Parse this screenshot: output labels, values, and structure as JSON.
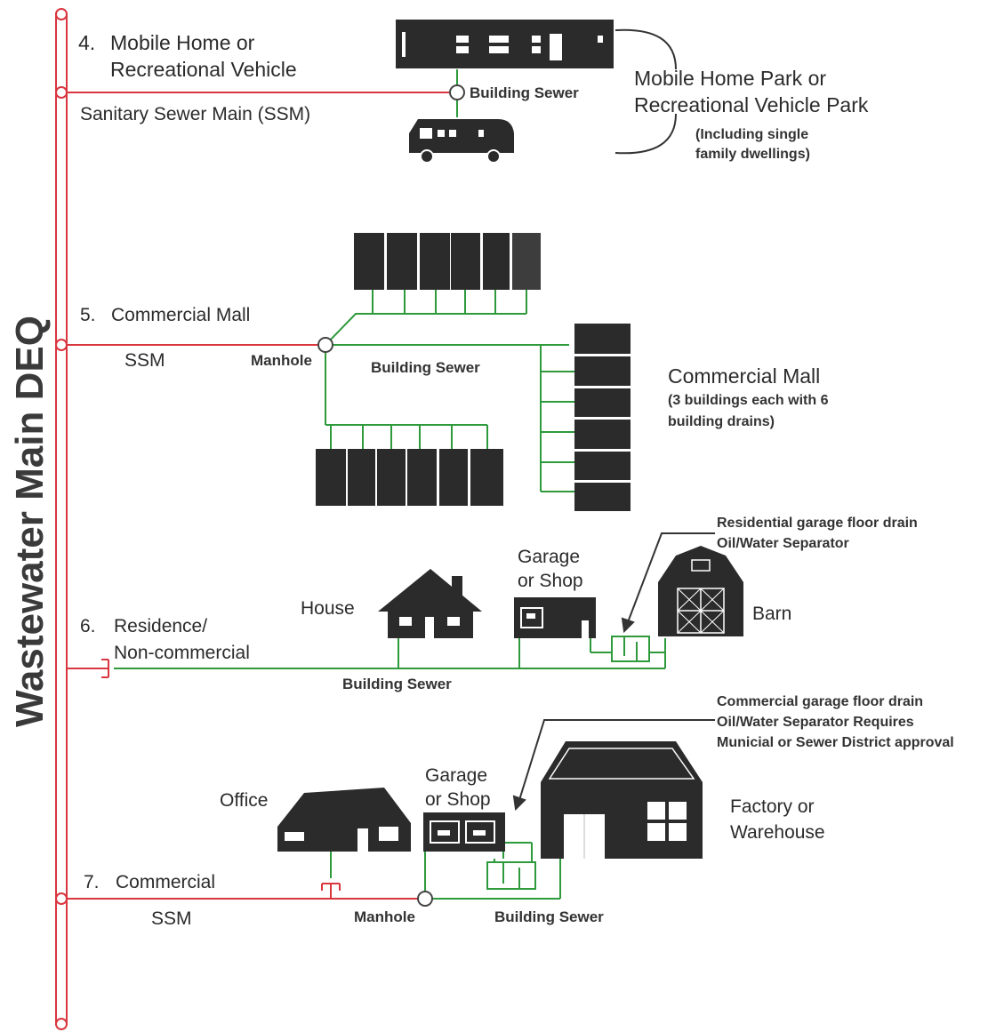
{
  "colors": {
    "ssm_red": "#d9363e",
    "sewer_green": "#2e9a3c",
    "building_fill": "#2b2b2b",
    "text": "#2b2b2b"
  },
  "vertical_title": "Wastewater Main DEQ",
  "sections": {
    "s4": {
      "number": "4.",
      "title_line1": "Mobile Home or",
      "title_line2": "Recreational Vehicle",
      "ssm_label": "Sanitary Sewer Main (SSM)",
      "building_sewer": "Building Sewer",
      "park_line1": "Mobile Home Park or",
      "park_line2": "Recreational Vehicle Park",
      "note_line1": "(Including single",
      "note_line2": "family dwellings)",
      "icons": [
        "mobile-home-icon",
        "rv-icon"
      ]
    },
    "s5": {
      "number": "5.",
      "title": "Commercial Mall",
      "ssm_label": "SSM",
      "manhole": "Manhole",
      "building_sewer": "Building Sewer",
      "mall_title": "Commercial Mall",
      "mall_note1": "(3 buildings each with 6",
      "mall_note2": "building drains)"
    },
    "s6": {
      "number": "6.",
      "title_line1": "Residence/",
      "title_line2": "Non-commercial",
      "house": "House",
      "garage_line1": "Garage",
      "garage_line2": "or Shop",
      "barn": "Barn",
      "callout_line1": "Residential garage floor drain",
      "callout_line2": "Oil/Water Separator",
      "building_sewer": "Building Sewer",
      "icons": [
        "house-icon",
        "garage-icon",
        "barn-icon"
      ]
    },
    "s7": {
      "number": "7.",
      "title": "Commercial",
      "ssm_label": "SSM",
      "office": "Office",
      "garage_line1": "Garage",
      "garage_line2": "or Shop",
      "factory_line1": "Factory or",
      "factory_line2": "Warehouse",
      "callout_line1": "Commercial garage floor drain",
      "callout_line2": "Oil/Water Separator Requires",
      "callout_line3": "Municial or Sewer District approval",
      "manhole": "Manhole",
      "building_sewer": "Building Sewer",
      "icons": [
        "office-icon",
        "garage-icon",
        "factory-icon"
      ]
    }
  }
}
